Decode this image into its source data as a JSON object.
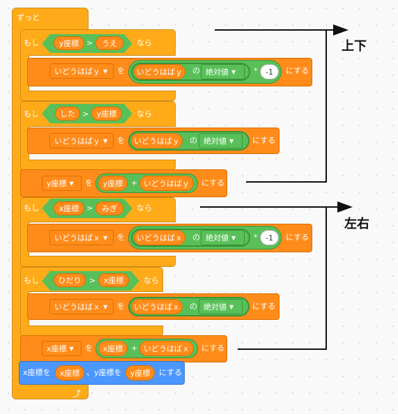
{
  "forever": {
    "label": "ずっと"
  },
  "block1": {
    "if": "もし",
    "then": "なら",
    "left": "y座標",
    "op": ">",
    "right": "うえ"
  },
  "set1": {
    "var": "いどうはばｙ",
    "to": "を",
    "rep": "いどうはばｙ",
    "of": "の",
    "func": "絶対値",
    "mul": "*",
    "num": "-1",
    "suffix": "にする"
  },
  "block2": {
    "if": "もし",
    "then": "なら",
    "left": "した",
    "op": ">",
    "right": "y座標"
  },
  "set2": {
    "var": "いどうはばｙ",
    "to": "を",
    "rep": "いどうはばｙ",
    "of": "の",
    "func": "絶対値",
    "suffix": "にする"
  },
  "change_y": {
    "var": "y座標",
    "to": "を",
    "left": "y座標",
    "op": "+",
    "right": "いどうはばｙ",
    "suffix": "にする"
  },
  "block3": {
    "if": "もし",
    "then": "なら",
    "left": "x座標",
    "op": ">",
    "right": "みぎ"
  },
  "set3": {
    "var": "いどうはばｘ",
    "to": "を",
    "rep": "いどうはばｘ",
    "of": "の",
    "func": "絶対値",
    "mul": "*",
    "num": "-1",
    "suffix": "にする"
  },
  "block4": {
    "if": "もし",
    "then": "なら",
    "left": "ひだり",
    "op": ">",
    "right": "x座標"
  },
  "set4": {
    "var": "いどうはばｘ",
    "to": "を",
    "rep": "いどうはばｘ",
    "of": "の",
    "func": "絶対値",
    "suffix": "にする"
  },
  "change_x": {
    "var": "x座標",
    "to": "を",
    "left": "x座標",
    "op": "+",
    "right": "いどうはばｘ",
    "suffix": "にする"
  },
  "goto": {
    "p1": "x座標を",
    "xval": "x座標",
    "p2": "、y座標を",
    "yval": "y座標",
    "suffix": "にする"
  },
  "annotations": {
    "ud": "上下",
    "lr": "左右"
  },
  "colors": {
    "control": "#FFAB19",
    "variables": "#FF8C1A",
    "operators": "#59C059",
    "motion": "#4C97FF"
  }
}
